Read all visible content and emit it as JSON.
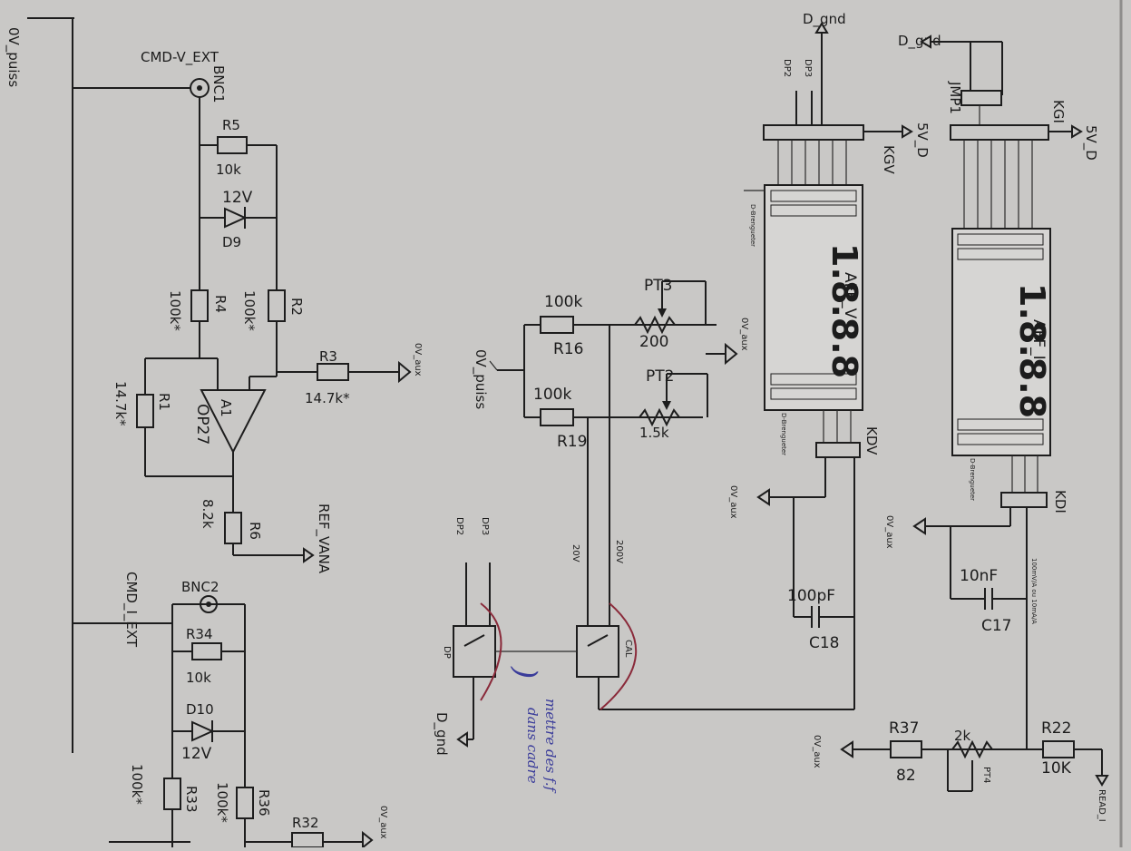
{
  "nets": {
    "ov_puiss_1": "0V_puiss",
    "cmd_v": "CMD-V_EXT",
    "cmd_i": "CMD_I_EXT",
    "ref": "REF_VANA",
    "ov_aux": "0V_aux",
    "ov_puiss_2": "0V_puiss",
    "d_gnd_top": "D_gnd",
    "d_gnd_left": "D_gnd",
    "d_gnd_bottom": "D_gnd",
    "v5_kgv": "5V_D",
    "v5_kgi": "5V_D",
    "read_i": "READ_I",
    "dp2": "DP2",
    "dp3": "DP3",
    "dp2b": "DP2",
    "dp3b": "DP3"
  },
  "components": {
    "bnc1": "BNC1",
    "bnc2": "BNC2",
    "r5": "R5",
    "r5v": "10k",
    "d9": "D9",
    "d9v": "12V",
    "r4": "R4",
    "r4v": "100k*",
    "r2": "R2",
    "r2v": "100k*",
    "r1": "R1",
    "r1v": "14.7k*",
    "a1": "A1",
    "a1v": "OP27",
    "r3": "R3",
    "r3v": "14.7k*",
    "r6": "R6",
    "r6v": "8.2k",
    "r34": "R34",
    "r34v": "10k",
    "d10": "D10",
    "d10v": "12V",
    "r33": "R33",
    "r33v": "100k*",
    "r36": "R36",
    "r36v": "100k*",
    "r32": "R32",
    "r16": "R16",
    "r16v": "100k",
    "r19": "R19",
    "r19v": "100k",
    "pt3": "PT3",
    "pt3v": "200",
    "pt2": "PT2",
    "pt2v": "1.5k",
    "sw_20": "20V",
    "sw_200": "200V",
    "sw_dp": "DP",
    "sw_cal": "CAL",
    "kgv": "KGV",
    "kdv": "KDV",
    "kgi": "KGI",
    "kdi": "KDI",
    "jmp1": "JMP1",
    "aff_v": "AFF_V",
    "aff_i": "AFF_I",
    "display": "1.8.8.8",
    "c18": "C18",
    "c18v": "100pF",
    "c17": "C17",
    "c17v": "10nF",
    "r37": "R37",
    "r37v": "82",
    "pt4": "PT4",
    "pt4v": "2k",
    "r22": "R22",
    "r22v": "10K",
    "shunt_note": "100mV/A ou 10mA/A",
    "dip_note": "D-Brengueter"
  },
  "handwriting": {
    "line1": ")",
    "line2": "mettre des f.f",
    "line3": "dans cadre"
  },
  "colors": {
    "paper": "#c9c8c6",
    "ink": "#1d1d1d",
    "pen_blue": "#3a3c9a",
    "pen_red": "#8a2a3a"
  }
}
